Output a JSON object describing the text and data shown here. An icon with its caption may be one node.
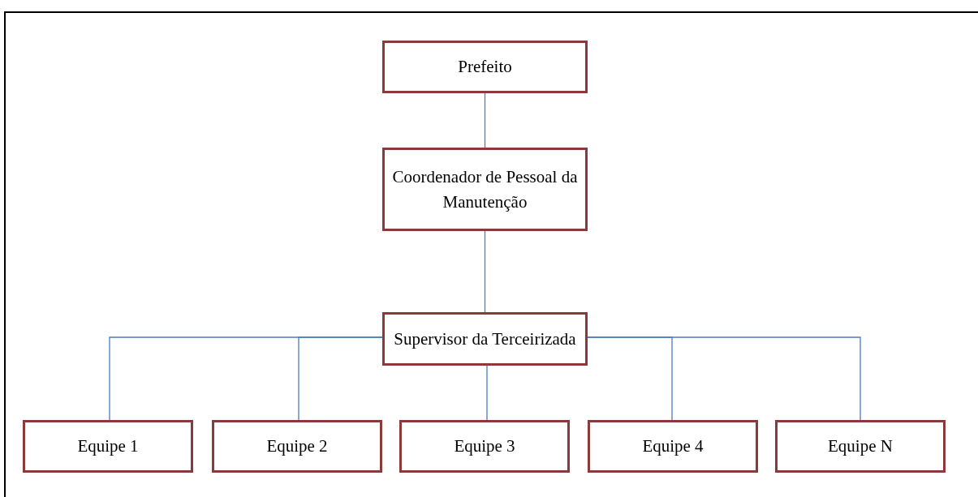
{
  "diagram": {
    "nodes": [
      {
        "text": [
          "Prefeito"
        ]
      },
      {
        "text": [
          "Coordenador de Pessoal da Manutenção"
        ]
      },
      {
        "text": [
          "Supervisor da Terceirizada"
        ]
      },
      {
        "text": [
          "Equipe 1"
        ]
      },
      {
        "text": [
          "Equipe 2"
        ]
      },
      {
        "text": [
          "Equipe 3"
        ]
      },
      {
        "text": [
          "Equipe 4"
        ]
      },
      {
        "text": [
          "Equipe N"
        ]
      }
    ],
    "edges": [
      {
        "from": 0,
        "to": 1,
        "arrow": "none"
      },
      {
        "from": 1,
        "to": 2,
        "arrow": "none"
      },
      {
        "from": 2,
        "to": 3,
        "arrow": "none"
      },
      {
        "from": 2,
        "to": 4,
        "arrow": "none"
      },
      {
        "from": 2,
        "to": 5,
        "arrow": "none"
      },
      {
        "from": 2,
        "to": 6,
        "arrow": "none"
      },
      {
        "from": 2,
        "to": 7,
        "arrow": "none"
      }
    ]
  }
}
